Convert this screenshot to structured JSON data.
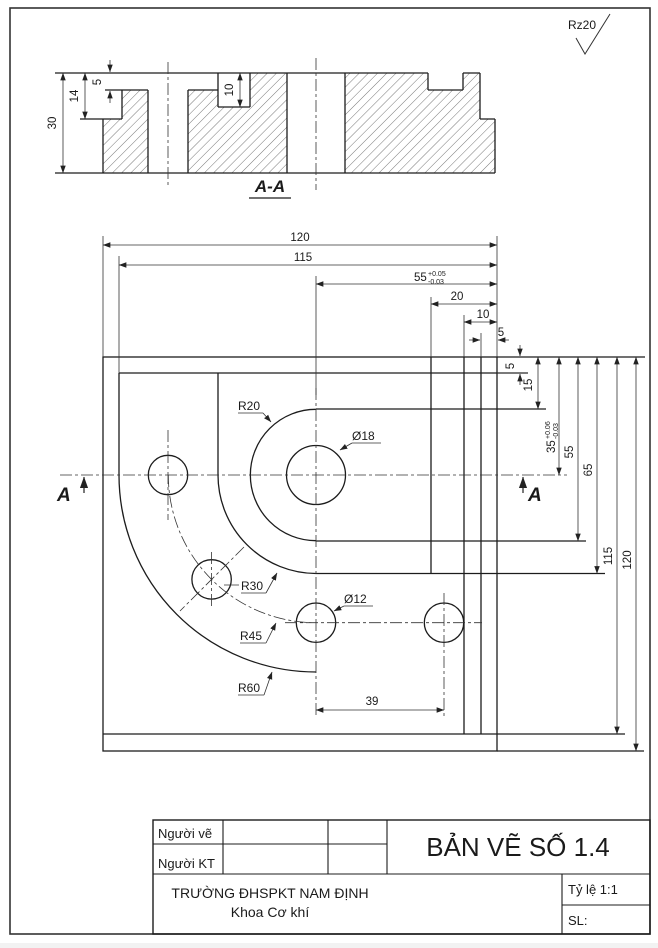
{
  "roughness": {
    "label": "Rz20"
  },
  "section": {
    "title": "A-A",
    "dims": {
      "d30": "30",
      "d14": "14",
      "d5": "5",
      "d10": "10"
    }
  },
  "plan": {
    "top_dims": {
      "d120": "120",
      "d115": "115",
      "d55": "55",
      "d55_up": "+0.05",
      "d55_low": "-0.03",
      "d20": "20",
      "d10": "10",
      "d5": "5"
    },
    "right_dims": {
      "d5": "5",
      "d15": "15",
      "d35": "35",
      "d35_up": "+0.06",
      "d35_low": "-0.03",
      "d55": "55",
      "d65": "65",
      "d115": "115",
      "d120": "120"
    },
    "features": {
      "r20": "R20",
      "dia18": "Ø18",
      "r30": "R30",
      "r45": "R45",
      "r60": "R60",
      "dia12": "Ø12",
      "d39": "39"
    },
    "cut": {
      "left": "A",
      "right": "A"
    }
  },
  "title_block": {
    "drawn_by_label": "Người vẽ",
    "checked_by_label": "Người KT",
    "drawing_title": "BẢN VẼ SỐ 1.4",
    "school": "TRƯỜNG ĐHSPKT NAM ĐỊNH",
    "department": "Khoa Cơ khí",
    "scale_label": "Tỷ lệ 1:1",
    "quantity_label": "SL:"
  }
}
